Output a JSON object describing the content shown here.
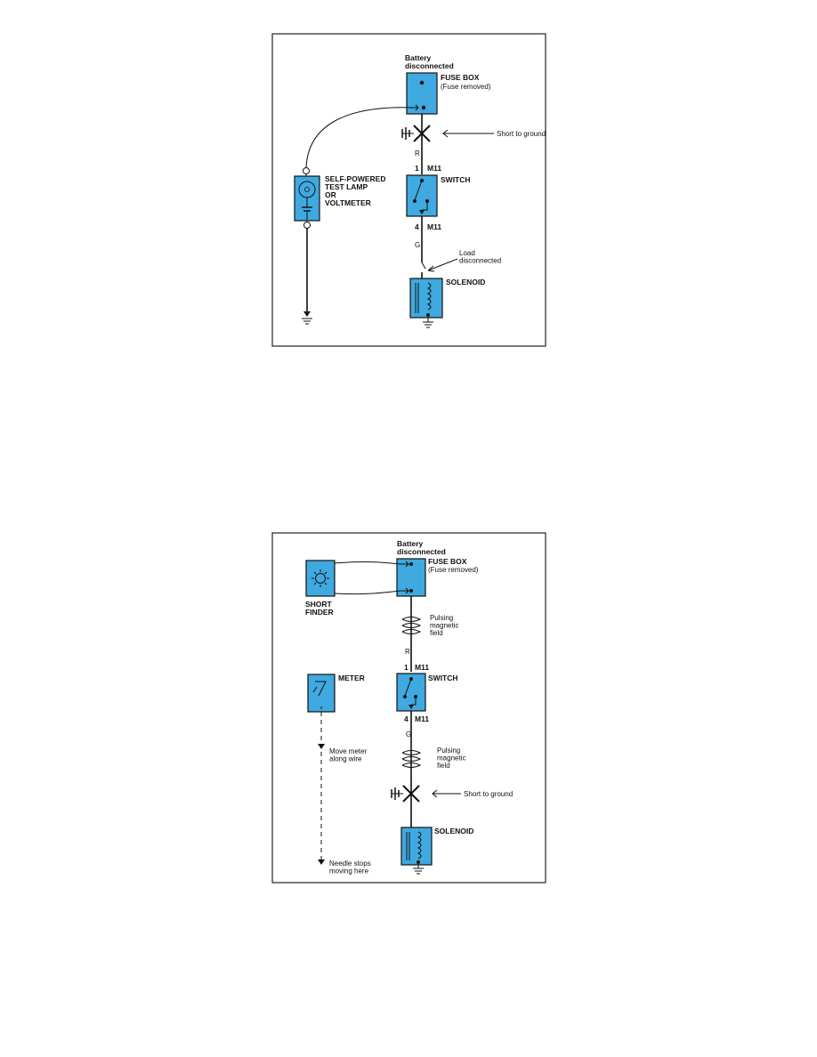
{
  "figure1": {
    "battery": "Battery\ndisconnected",
    "fuse_box": "FUSE BOX",
    "fuse_removed": "(Fuse removed)",
    "short_to_ground": "Short to ground",
    "wire_top_color": "R",
    "switch_in_pin": "1",
    "switch_in_conn": "M11",
    "switch": "SWITCH",
    "switch_out_pin": "4",
    "switch_out_conn": "M11",
    "wire_bottom_color": "G",
    "load_disconnected": "Load\ndisconnected",
    "solenoid": "SOLENOID",
    "tester": "SELF-POWERED\nTEST LAMP\nOR\nVOLTMETER"
  },
  "figure2": {
    "battery": "Battery\ndisconnected",
    "fuse_box": "FUSE BOX",
    "fuse_removed": "(Fuse removed)",
    "short_finder": "SHORT\nFINDER",
    "pulsing_top": "Pulsing\nmagnetic\nfield",
    "wire_top_color": "R",
    "switch_in_pin": "1",
    "switch_in_conn": "M11",
    "switch": "SWITCH",
    "meter": "METER",
    "switch_out_pin": "4",
    "switch_out_conn": "M11",
    "wire_bottom_color": "G",
    "move_meter": "Move meter\nalong wire",
    "pulsing_bottom": "Pulsing\nmagnetic\nfield",
    "short_to_ground": "Short to ground",
    "solenoid": "SOLENOID",
    "needle_stops": "Needle stops\nmoving here"
  },
  "colors": {
    "component_fill": "#3fa9e0",
    "line": "#111111"
  }
}
